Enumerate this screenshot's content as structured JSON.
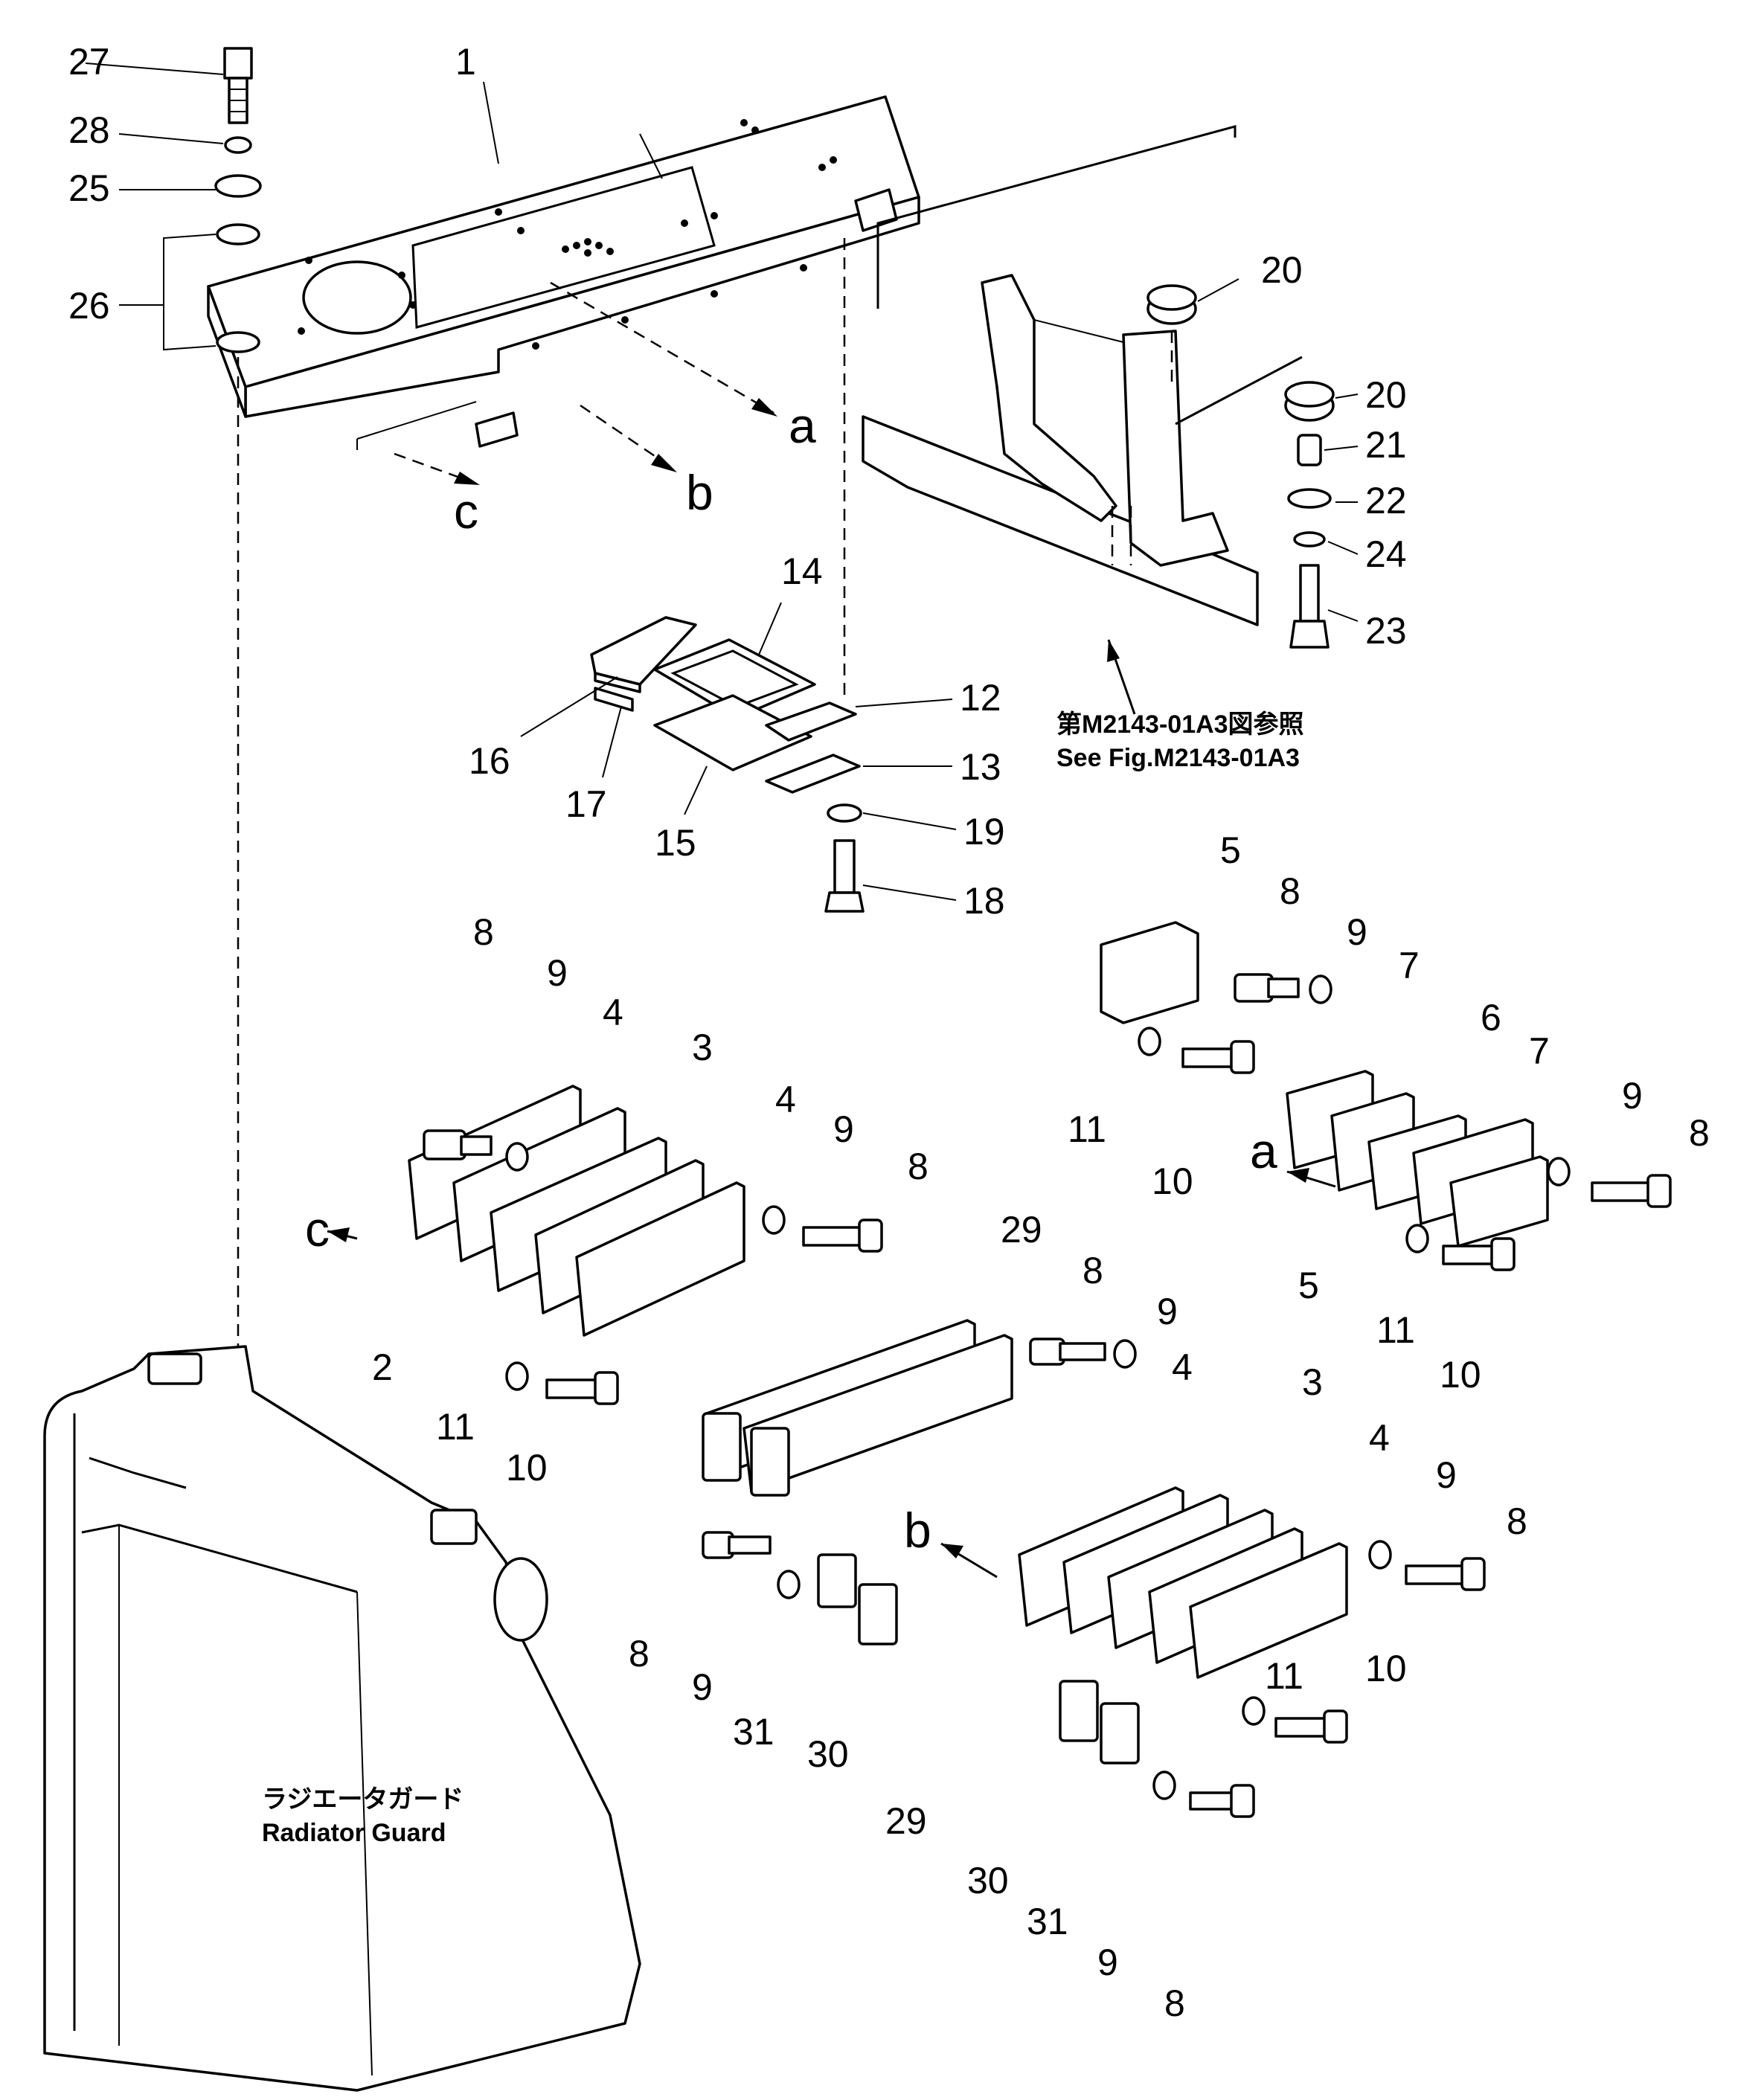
{
  "notes": {
    "ref_ja": "第M2143-01A3図参照",
    "ref_en": "See Fig.M2143-01A3",
    "guard_ja": "ラジエータガード",
    "guard_en": "Radiator  Guard"
  },
  "callouts": [
    {
      "id": "c27",
      "text": "27"
    },
    {
      "id": "c28",
      "text": "28"
    },
    {
      "id": "c25",
      "text": "25"
    },
    {
      "id": "c26",
      "text": "26"
    },
    {
      "id": "c1",
      "text": "1"
    },
    {
      "id": "c20a",
      "text": "20"
    },
    {
      "id": "c20b",
      "text": "20"
    },
    {
      "id": "c21",
      "text": "21"
    },
    {
      "id": "c22",
      "text": "22"
    },
    {
      "id": "c24",
      "text": "24"
    },
    {
      "id": "c23",
      "text": "23"
    },
    {
      "id": "c14",
      "text": "14"
    },
    {
      "id": "c12",
      "text": "12"
    },
    {
      "id": "c13",
      "text": "13"
    },
    {
      "id": "c16",
      "text": "16"
    },
    {
      "id": "c17",
      "text": "17"
    },
    {
      "id": "c15",
      "text": "15"
    },
    {
      "id": "c19",
      "text": "19"
    },
    {
      "id": "c18",
      "text": "18"
    },
    {
      "id": "c8a",
      "text": "8"
    },
    {
      "id": "c9a",
      "text": "9"
    },
    {
      "id": "c4a",
      "text": "4"
    },
    {
      "id": "c3a",
      "text": "3"
    },
    {
      "id": "c4b",
      "text": "4"
    },
    {
      "id": "c9b",
      "text": "9"
    },
    {
      "id": "c8b",
      "text": "8"
    },
    {
      "id": "c2",
      "text": "2"
    },
    {
      "id": "c11a",
      "text": "11"
    },
    {
      "id": "c10a",
      "text": "10"
    },
    {
      "id": "c5a",
      "text": "5"
    },
    {
      "id": "c8c",
      "text": "8"
    },
    {
      "id": "c9c",
      "text": "9"
    },
    {
      "id": "c7a",
      "text": "7"
    },
    {
      "id": "c6",
      "text": "6"
    },
    {
      "id": "c7b",
      "text": "7"
    },
    {
      "id": "c9d",
      "text": "9"
    },
    {
      "id": "c8d",
      "text": "8"
    },
    {
      "id": "c11b",
      "text": "11"
    },
    {
      "id": "c10b",
      "text": "10"
    },
    {
      "id": "c5b",
      "text": "5"
    },
    {
      "id": "c11c",
      "text": "11"
    },
    {
      "id": "c10c",
      "text": "10"
    },
    {
      "id": "c29a",
      "text": "29"
    },
    {
      "id": "c8e",
      "text": "8"
    },
    {
      "id": "c9e",
      "text": "9"
    },
    {
      "id": "c4c",
      "text": "4"
    },
    {
      "id": "c3b",
      "text": "3"
    },
    {
      "id": "c4d",
      "text": "4"
    },
    {
      "id": "c9f",
      "text": "9"
    },
    {
      "id": "c8f",
      "text": "8"
    },
    {
      "id": "c8g",
      "text": "8"
    },
    {
      "id": "c9g",
      "text": "9"
    },
    {
      "id": "c31a",
      "text": "31"
    },
    {
      "id": "c30a",
      "text": "30"
    },
    {
      "id": "c29b",
      "text": "29"
    },
    {
      "id": "c11d",
      "text": "11"
    },
    {
      "id": "c10d",
      "text": "10"
    },
    {
      "id": "c30b",
      "text": "30"
    },
    {
      "id": "c31b",
      "text": "31"
    },
    {
      "id": "c9h",
      "text": "9"
    },
    {
      "id": "c8h",
      "text": "8"
    }
  ],
  "view_letters": [
    {
      "id": "la1",
      "text": "a"
    },
    {
      "id": "lb1",
      "text": "b"
    },
    {
      "id": "lc1",
      "text": "c"
    },
    {
      "id": "lc2",
      "text": "c"
    },
    {
      "id": "la2",
      "text": "a"
    },
    {
      "id": "lb2",
      "text": "b"
    }
  ]
}
